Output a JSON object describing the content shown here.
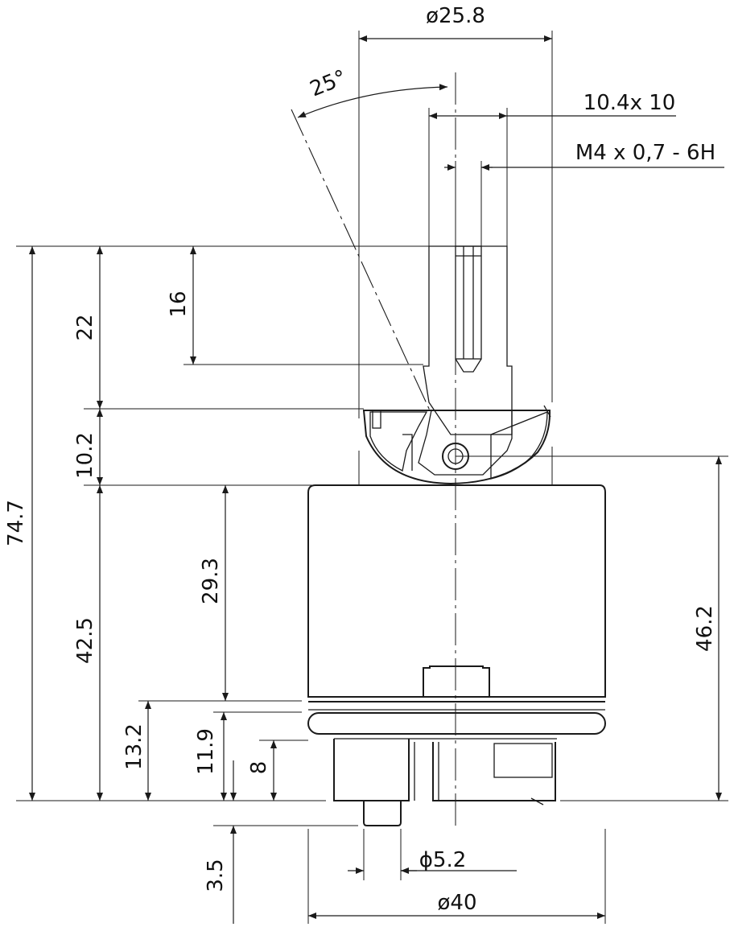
{
  "dimensions": {
    "outer_diameter_top": "ø25.8",
    "stem_size": "10.4x 10",
    "thread": "M4 x 0,7 - 6H",
    "angle": "25°",
    "total_height": "74.7",
    "stem_height": "22",
    "stem_depth": "16",
    "cap_height": "10.2",
    "body_height": "42.5",
    "body_upper_height": "29.3",
    "pivot_height": "46.2",
    "base_height_1": "13.2",
    "base_height_2": "11.9",
    "base_height_3": "8",
    "pin_length": "3.5",
    "pin_diameter": "ϕ5.2",
    "body_diameter": "ø40"
  },
  "colors": {
    "line": "#1a1a1a",
    "background": "#ffffff"
  }
}
